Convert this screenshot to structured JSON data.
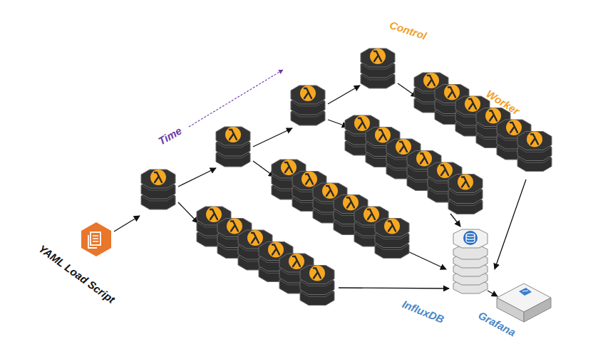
{
  "diagram": {
    "labels": [
      "Control",
      "Worker",
      "Time",
      "YAML Load Script",
      "InfluxDB",
      "Grafana"
    ]
  }
}
